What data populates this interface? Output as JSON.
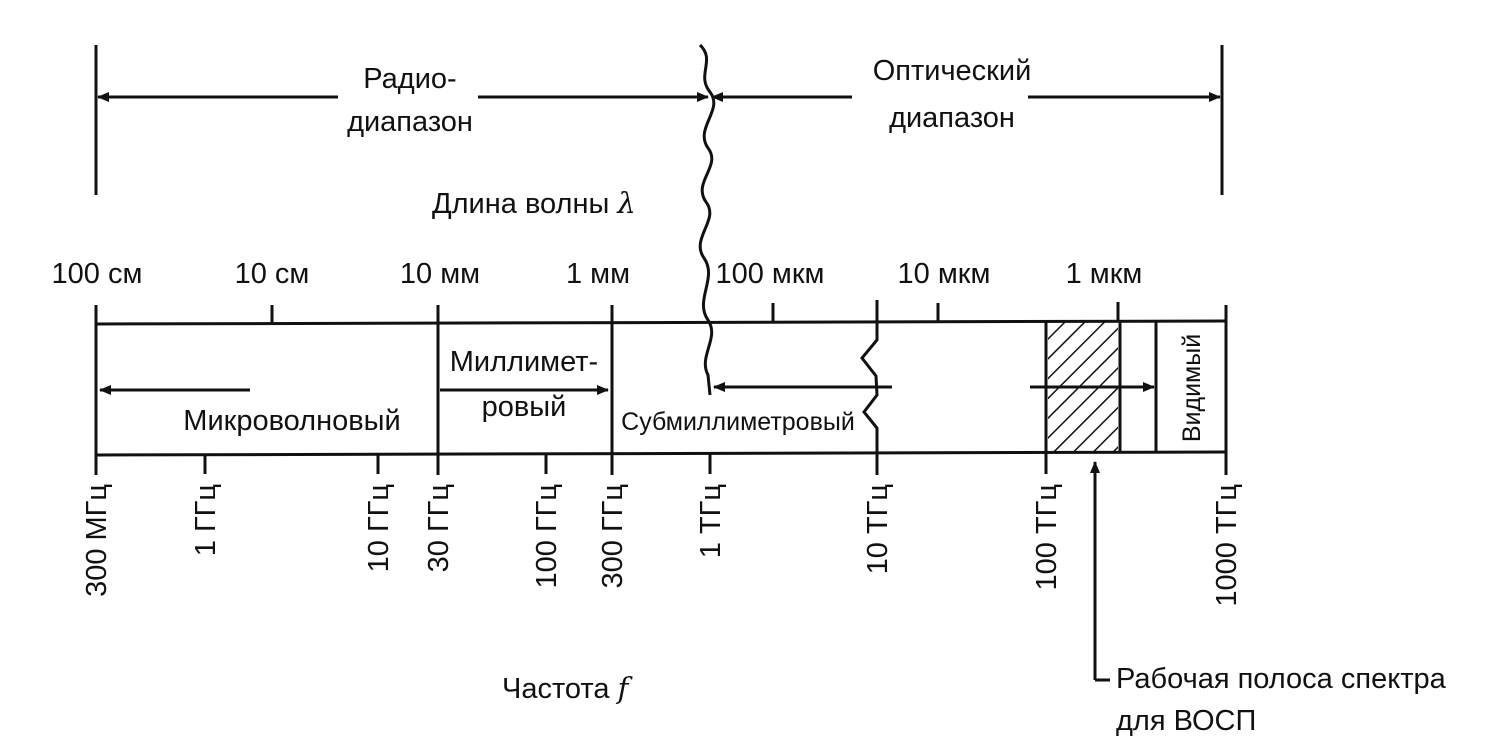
{
  "ranges": {
    "radio_line1": "Радио-",
    "radio_line2": "диапазон",
    "optical_line1": "Оптический",
    "optical_line2": "диапазон"
  },
  "wavelength_label": "Длина волны",
  "wavelength_symbol": "λ",
  "wavelength_ticks": [
    "100 см",
    "10 см",
    "10 мм",
    "1 мм",
    "100 мкм",
    "10 мкм",
    "1 мкм"
  ],
  "bands": {
    "microwave": "Микроволновый",
    "millimeter_line1": "Миллимет-",
    "millimeter_line2": "ровый",
    "submillimeter": "Субмиллиметровый",
    "visible": "Видимый"
  },
  "frequency_ticks": [
    "300 МГц",
    "1 ГГц",
    "10 ГГц",
    "30 ГГц",
    "100 ГГц",
    "300 ГГц",
    "1 ТГц",
    "10 ТГц",
    "100 ТГц",
    "1000 ТГц"
  ],
  "frequency_label": "Частота",
  "frequency_symbol": "f",
  "working_band_line1": "Рабочая полоса спектра",
  "working_band_line2": "для ВОСП"
}
